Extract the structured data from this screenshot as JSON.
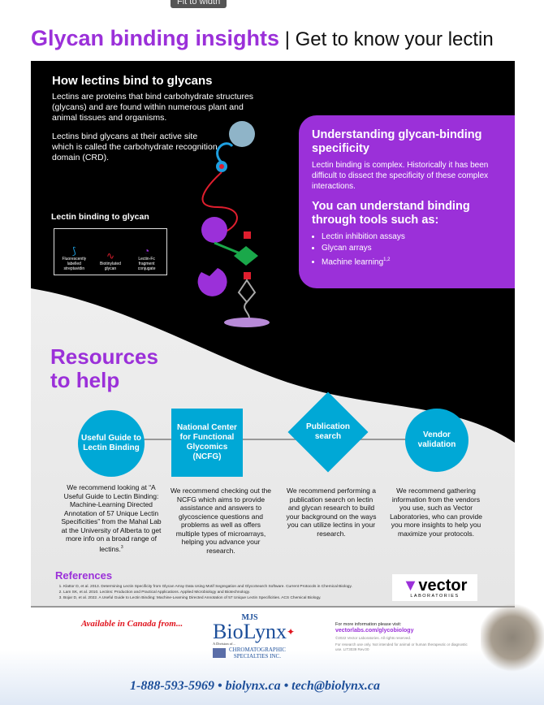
{
  "tooltip": "Fit to width",
  "title": {
    "main": "Glycan binding insights",
    "separator": " | ",
    "sub": "Get to know your lectin"
  },
  "how": {
    "heading": "How lectins bind to glycans",
    "p1": "Lectins are proteins that bind carbohydrate structures (glycans) and are found within numerous plant and animal tissues and organisms.",
    "p2": "Lectins bind glycans at their active site which is called the carbohydrate recognition domain (CRD).",
    "diagram_title": "Lectin binding to glycan",
    "legend": [
      "Fluorescently labelled streptavidin",
      "Biotinylated glycan",
      "Lectin-Fc fragment conjugate"
    ]
  },
  "understanding": {
    "heading": "Understanding glycan-binding specificity",
    "body": "Lectin binding is complex. Historically it has been difficult to dissect the specificity of these complex interactions.",
    "tools_heading": "You can understand binding through tools such as:",
    "tools": [
      "Lectin inhibition assays",
      "Glycan arrays",
      "Machine learning"
    ],
    "tools_sup": "1,2"
  },
  "resources": {
    "heading1": "Resources",
    "heading2": "to help",
    "items": [
      {
        "title": "Useful Guide to Lectin Binding",
        "desc": "We recommend looking at “A Useful Guide to Lectin Binding: Machine-Learning Directed Annotation of 57 Unique Lectin Specificities” from the Mahal Lab at the University of Alberta to get more info on a broad range of lectins.",
        "sup": "3"
      },
      {
        "title": "National Center for Functional Glycomics (NCFG)",
        "desc": "We recommend checking out the NCFG which aims to provide assistance and answers to glycoscience questions and problems as well as offers multiple types of microarrays, helping you advance your research."
      },
      {
        "title": "Publication search",
        "desc": "We recommend performing a publication search on lectin and glycan research to build your background on the ways you can utilize lectins in your research."
      },
      {
        "title": "Vendor validation",
        "desc": "We recommend gathering information from the vendors you use, such as Vector Laboratories, who can provide you more insights to help you maximize your protocols."
      }
    ]
  },
  "references": {
    "heading": "References",
    "items": [
      "Klattor D, et al. 2013. Determining Lectin Specificity from Glycan Array Data Using Motif Segregation and GlycoSearch Software. Current Protocols in Chemical Biology.",
      "Lam SK, et al. 2010. Lectins: Production and Practical Applications. Applied Microbiology and Biotechnology.",
      "Bojar D, et al. 2022. A Useful Guide to Lectin Binding: Machine-Learning Directed Annotation of 57 Unique Lectin Specificities. ACS Chemical Biology."
    ]
  },
  "vector_logo": {
    "name": "vector",
    "sub": "LABORATORIES"
  },
  "footer": {
    "available": "Available in Canada from...",
    "brand_top": "MJS",
    "brand": "BioLynx",
    "division": "A Division of...",
    "chrom1": "CHROMATOGRAPHIC",
    "chrom2": "SPECIALTIES INC.",
    "info_label": "For more information please visit: ",
    "info_url": "vectorlabs.com/glycobiology",
    "copyright": "©2022 Vector Laboratories. All rights reserved.",
    "disclaimer": "For research use only. Not intended for animal or human therapeutic or diagnostic use. LIT3039 Rev.00",
    "contact": "1-888-593-5969 • biolynx.ca • tech@biolynx.ca"
  },
  "colors": {
    "purple": "#9b30d9",
    "cyan": "#00a8d6",
    "navy": "#1d4f9a",
    "red": "#e0141e"
  }
}
